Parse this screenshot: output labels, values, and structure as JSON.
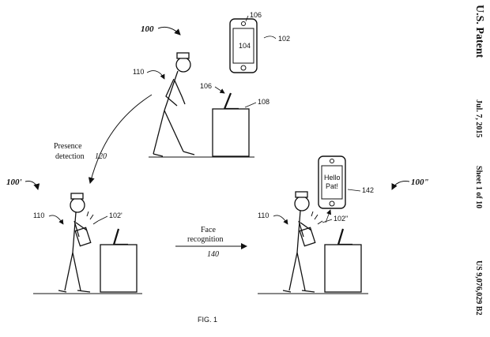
{
  "header": {
    "title": "U.S. Patent",
    "date": "Jul. 7, 2015",
    "sheet": "Sheet 1 of 10",
    "number": "US 9,076,029 B2"
  },
  "figure": {
    "caption": "FIG. 1",
    "scene_labels": {
      "top": "100",
      "left": "100'",
      "right": "100\""
    },
    "refs": {
      "phone_top": "106",
      "device_top": "102",
      "screen_top": "104",
      "user_top": "110",
      "laptop_top": "106",
      "stand_top": "108",
      "user_left": "110",
      "device_left": "102'",
      "user_right": "110",
      "device_right": "102\"",
      "phone_right": "142"
    },
    "arrows": {
      "presence_line1": "Presence",
      "presence_line2": "detection",
      "presence_ref": "120",
      "face_line1": "Face",
      "face_line2": "recognition",
      "face_ref": "140"
    },
    "phone_greeting_line1": "Hello",
    "phone_greeting_line2": "Pat!"
  }
}
